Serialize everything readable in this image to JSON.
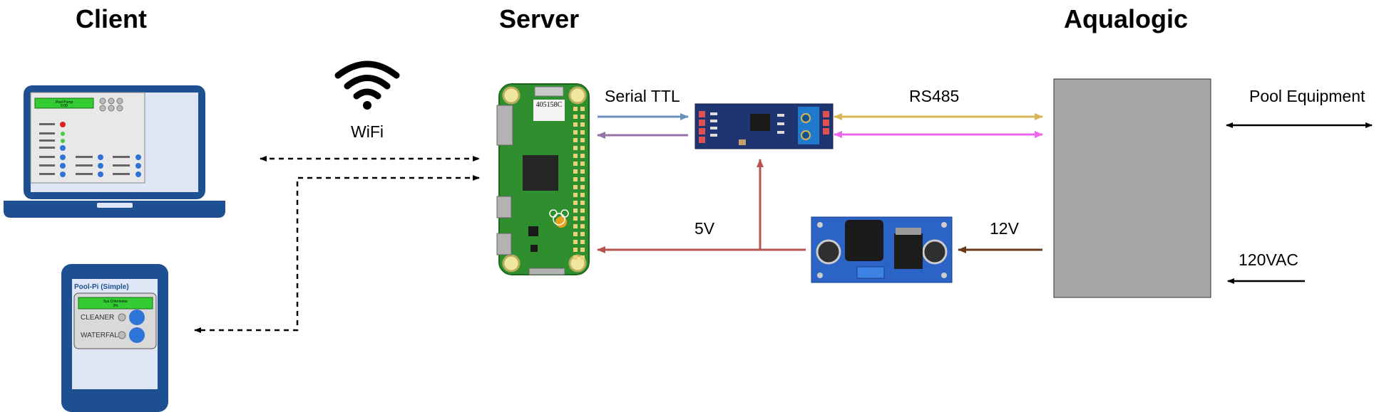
{
  "sections": {
    "client": "Client",
    "server": "Server",
    "aqualogic": "Aqualogic"
  },
  "labels": {
    "wifi": "WiFi",
    "serial_ttl": "Serial TTL",
    "rs485": "RS485",
    "pool_equipment": "Pool Equipment",
    "five_v": "5V",
    "twelve_v": "12V",
    "ac": "120VAC"
  },
  "phone_screen": {
    "title": "Pool-Pi (Simple)",
    "display_line1": "Sys.Chlorinator",
    "display_line2": "3%",
    "row1": "CLEANER",
    "row2": "WATERFALL"
  },
  "laptop_screen": {
    "display_line1": "Pool Pump",
    "display_line2": "0:00"
  },
  "pi_chip_text": "405158C",
  "colors": {
    "device_blue": "#1e4f91",
    "pi_green": "#2f8f2f",
    "rs485_board": "#1f3572",
    "aqualogic_box": "#a6a6a6",
    "arrow_serial_tx": "#6c8ebf",
    "arrow_serial_rx": "#9673a6",
    "arrow_rs485_a": "#d6b656",
    "arrow_rs485_b": "#ee66ee",
    "arrow_5v": "#b85450",
    "arrow_12v": "#6b3a1a"
  },
  "icons": [
    "wifi-icon",
    "laptop-icon",
    "phone-icon",
    "raspberry-pi-board",
    "rs485-module",
    "buck-converter"
  ]
}
